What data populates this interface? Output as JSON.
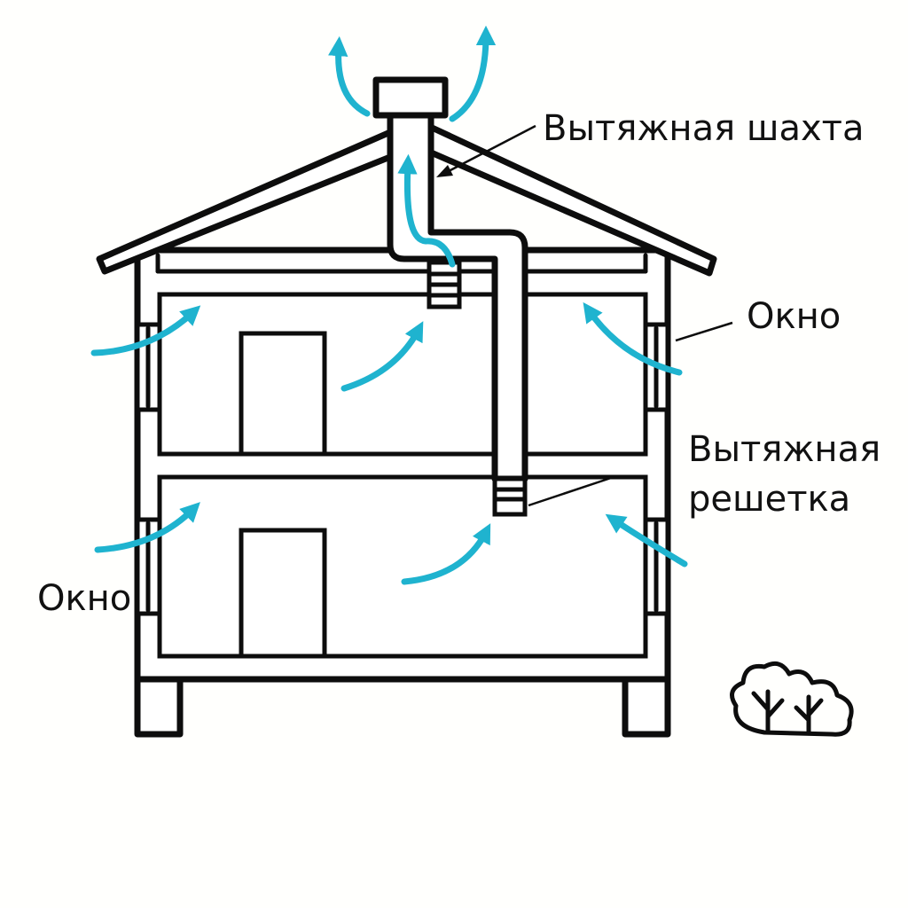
{
  "labels": {
    "exhaust_shaft": "Вытяжная шахта",
    "window_right": "Окно",
    "exhaust_grille_line1": "Вытяжная",
    "exhaust_grille_line2": "решетка",
    "window_left": "Окно"
  },
  "colors": {
    "airflow": "#1fb3cf",
    "outline": "#0d0d0d",
    "background": "#fffffd"
  },
  "icons": {
    "shrub": "bush-icon"
  }
}
